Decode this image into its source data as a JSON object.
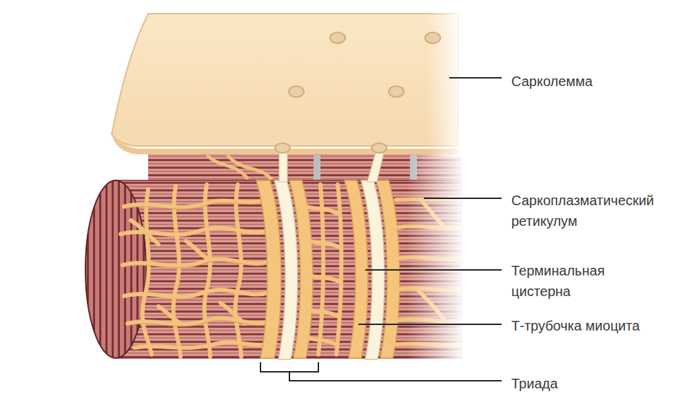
{
  "diagram": {
    "labels": [
      "Сарколемма",
      "Саркоплазматический ретикулум",
      "Терминальная цистерна",
      "Т-трубочка миоцита",
      "Триада"
    ]
  }
}
